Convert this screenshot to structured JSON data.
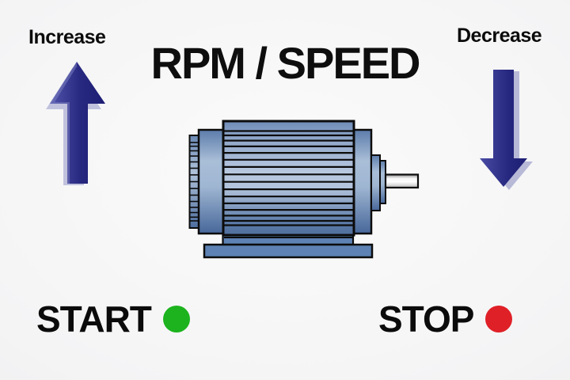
{
  "title": "RPM / SPEED",
  "controls": {
    "increase": {
      "label": "Increase",
      "arrow_direction": "up",
      "arrow_color": "#24267E"
    },
    "decrease": {
      "label": "Decrease",
      "arrow_direction": "down",
      "arrow_color": "#24267E"
    },
    "start": {
      "label": "START",
      "indicator_color": "#1CB31E"
    },
    "stop": {
      "label": "STOP",
      "indicator_color": "#E02027"
    }
  },
  "illustration": {
    "name": "electric-motor",
    "body_color": "#5E80AF",
    "shaft_color": "#EFEFEF",
    "outline_color": "#0C0C0C"
  }
}
